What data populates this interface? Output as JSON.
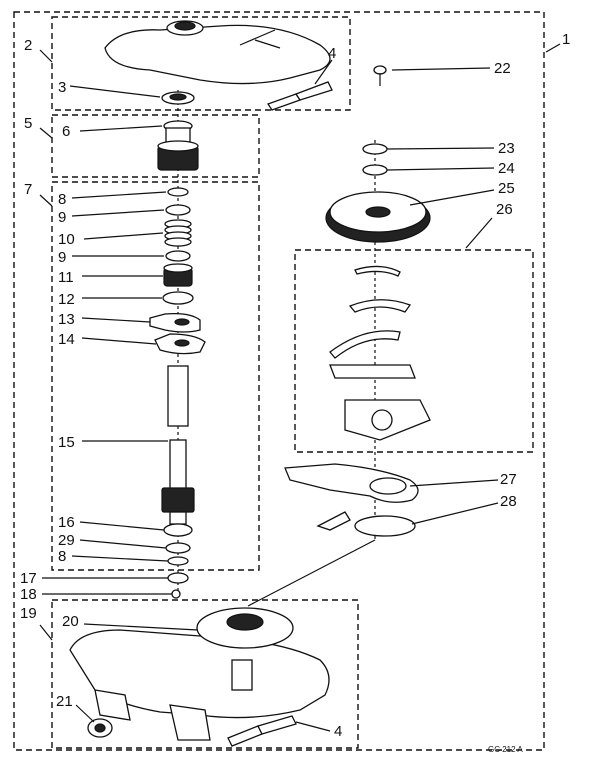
{
  "title": "",
  "drawing_code": "GC 212 A",
  "callouts": {
    "c1": "1",
    "c2": "2",
    "c3": "3",
    "c4a": "4",
    "c4b": "4",
    "c5": "5",
    "c6": "6",
    "c7": "7",
    "c8a": "8",
    "c8b": "8",
    "c9a": "9",
    "c9b": "9",
    "c10": "10",
    "c11": "11",
    "c12": "12",
    "c13": "13",
    "c14": "14",
    "c15": "15",
    "c16": "16",
    "c17": "17",
    "c18": "18",
    "c19": "19",
    "c20": "20",
    "c21": "21",
    "c22": "22",
    "c23": "23",
    "c24": "24",
    "c25": "25",
    "c26": "26",
    "c27": "27",
    "c28": "28",
    "c29": "29"
  }
}
